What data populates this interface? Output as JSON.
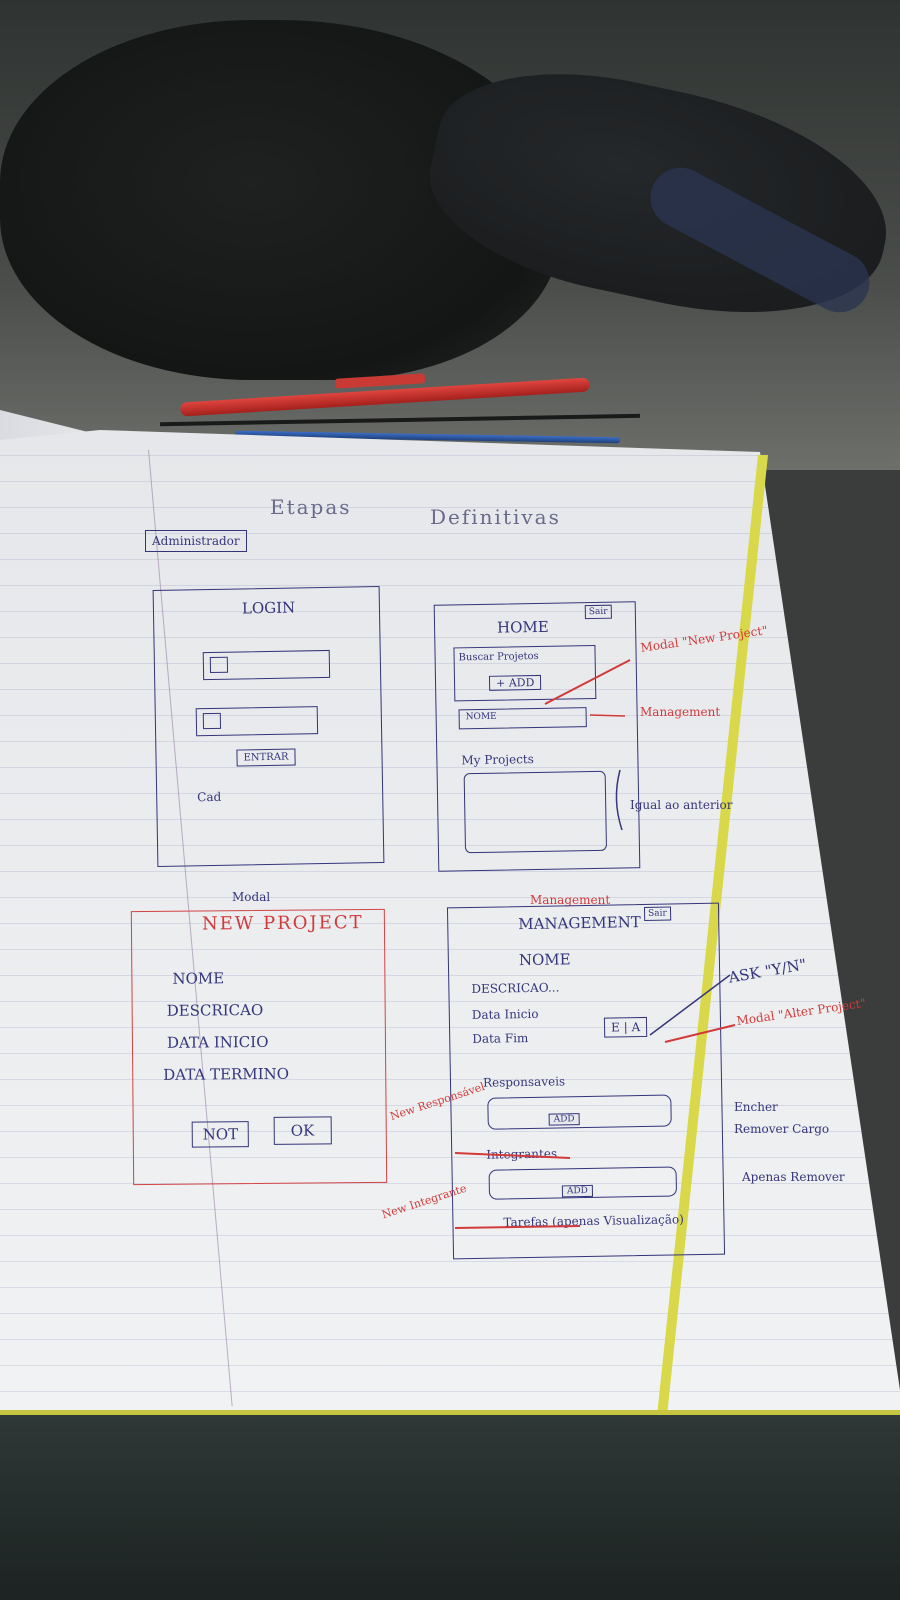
{
  "sketch": {
    "title_left": "Etapas",
    "title_right": "Definitivas",
    "admin_label": "Administrador",
    "login": {
      "title": "LOGIN",
      "user_icon": "user-icon",
      "password_icon": "lock-icon",
      "button": "ENTRAR",
      "footnote": "Cad"
    },
    "home": {
      "title": "HOME",
      "logout": "Sair",
      "search": "Buscar Projetos",
      "add": "+ ADD",
      "row_label": "NOME",
      "my_projects": "My Projects",
      "note_modal": "Modal \"New Project\"",
      "note_management": "Management",
      "note_equal": "Igual ao anterior"
    },
    "new_project": {
      "caption": "Modal",
      "title": "NEW PROJECT",
      "fields": [
        "NOME",
        "DESCRICAO",
        "DATA INICIO",
        "DATA TERMINO"
      ],
      "cancel": "NOT",
      "ok": "OK"
    },
    "management": {
      "caption": "Management",
      "title": "MANAGEMENT",
      "logout": "Sair",
      "name": "NOME",
      "description": "DESCRICAO...",
      "start": "Data Inicio",
      "end": "Data Fim",
      "edit_buttons": "E | A",
      "responsaveis": "Responsaveis",
      "integrantes": "Integrantes",
      "add": "ADD",
      "tarefas": "Tarefas (apenas Visualização)",
      "note_ask": "ASK \"Y/N\"",
      "note_modal": "Modal \"Alter Project\"",
      "note_enchim": "Encher",
      "note_remover_cargo": "Remover Cargo",
      "note_apenas_remover": "Apenas Remover",
      "note_new_resp": "New Responsável",
      "note_new_int": "New Integrante"
    }
  }
}
